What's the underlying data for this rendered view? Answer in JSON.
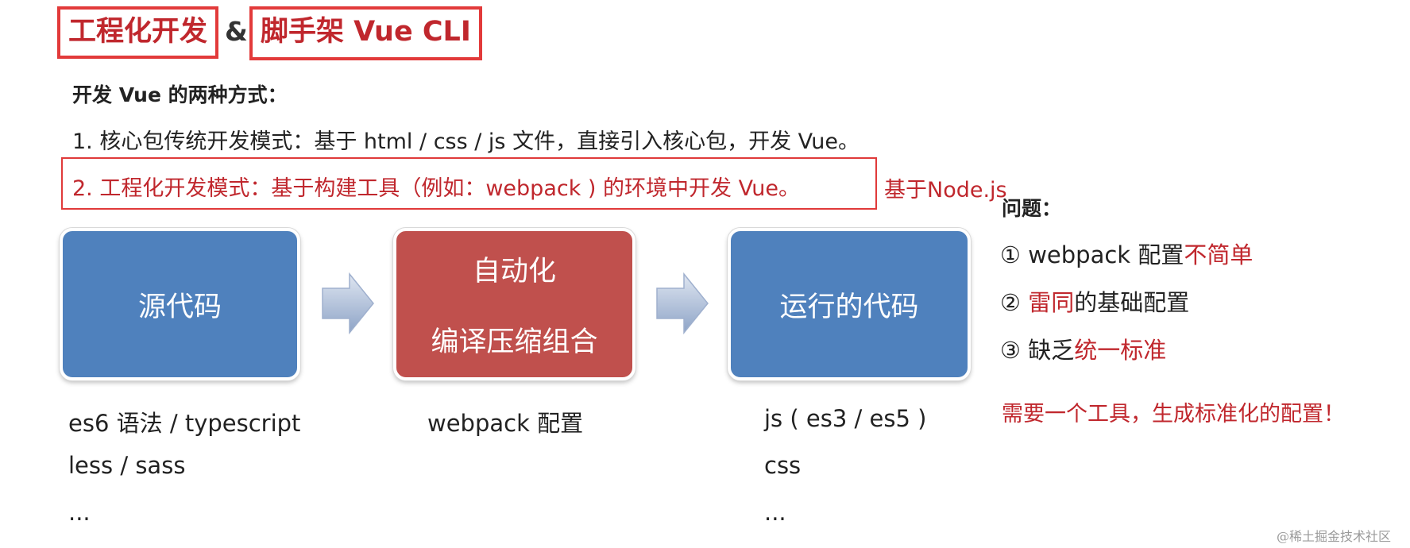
{
  "title": {
    "part1": "工程化开发",
    "amp": "&",
    "part2": "脚手架 Vue CLI"
  },
  "intro": {
    "heading": "开发 Vue 的两种方式：",
    "line1": "1. 核心包传统开发模式：基于 html / css / js 文件，直接引入核心包，开发 Vue。",
    "line2": "2. 工程化开发模式：基于构建工具（例如：webpack ) 的环境中开发 Vue。",
    "note": "基于Node.js"
  },
  "flow": {
    "box1": "源代码",
    "box2_line1": "自动化",
    "box2_line2": "编译压缩组合",
    "box3": "运行的代码",
    "col1": [
      "es6 语法 / typescript",
      "less / sass",
      "..."
    ],
    "col2": [
      "webpack 配置"
    ],
    "col3": [
      "js ( es3 / es5 )",
      "css",
      "..."
    ]
  },
  "problems": {
    "title": "问题：",
    "items": [
      {
        "prefix": "① webpack 配置",
        "highlight": "不简单",
        "suffix": ""
      },
      {
        "prefix": "② ",
        "highlight": "雷同",
        "suffix": "的基础配置"
      },
      {
        "prefix": "③ 缺乏",
        "highlight": "统一标准",
        "suffix": ""
      }
    ],
    "conclusion": "需要一个工具，生成标准化的配置！"
  },
  "watermark": "@稀土掘金技术社区",
  "colors": {
    "accent_red": "#c0272d",
    "box_blue": "#4f81bd",
    "box_red": "#c0504d"
  }
}
